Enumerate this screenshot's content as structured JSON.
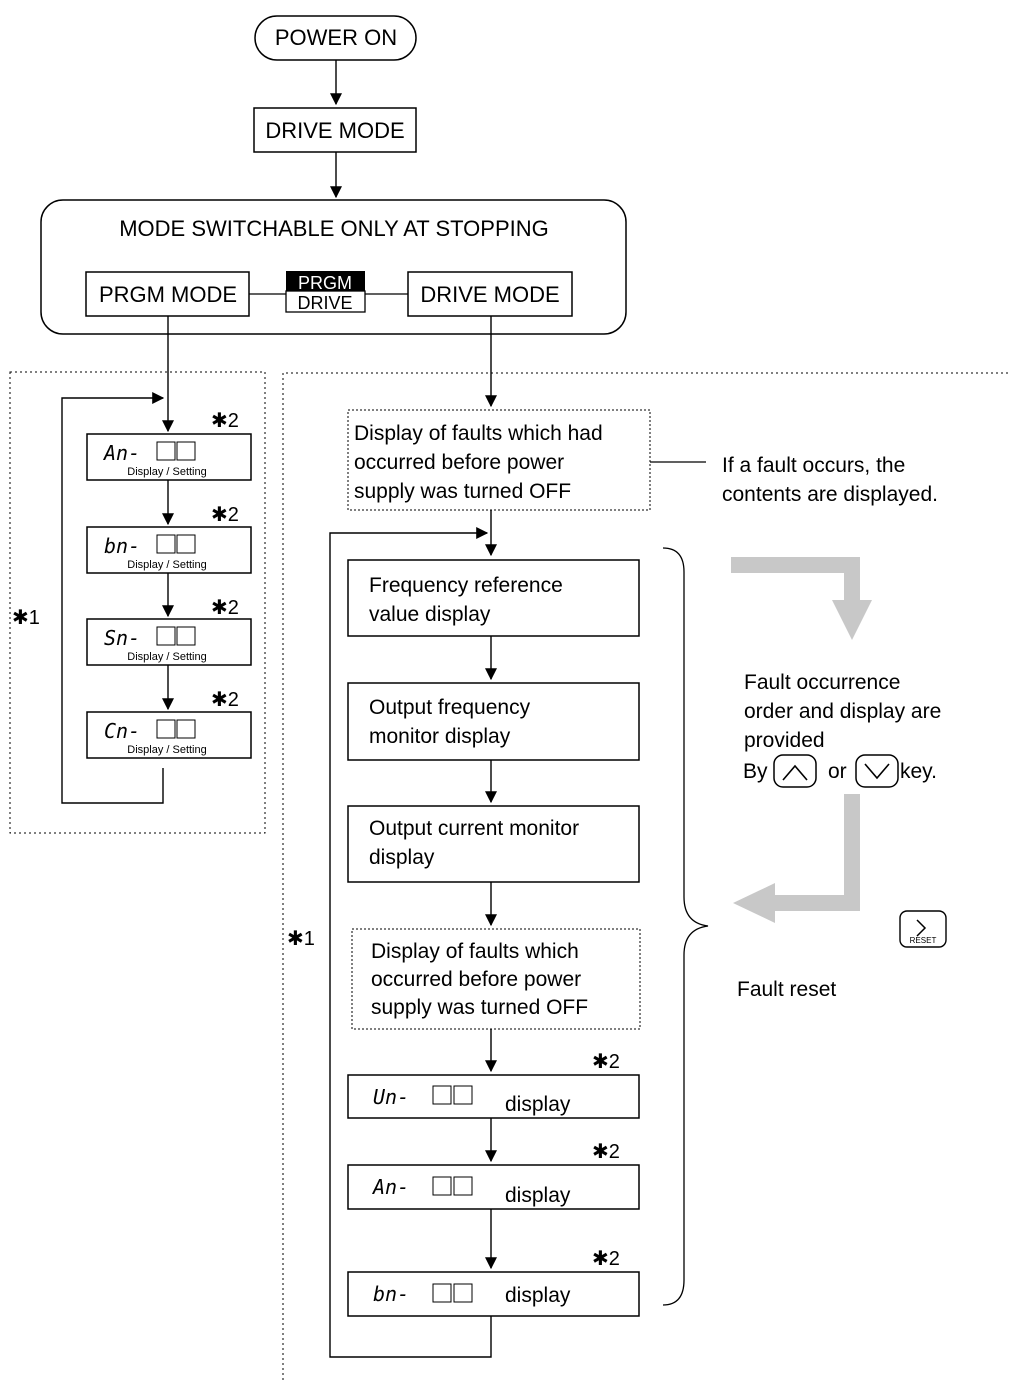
{
  "top": {
    "power_on": "POWER ON",
    "drive_mode": "DRIVE MODE",
    "mode_switch_title": "MODE SWITCHABLE ONLY AT STOPPING",
    "prgm_mode": "PRGM MODE",
    "key_top": "PRGM",
    "key_bottom": "DRIVE",
    "drive_mode_right": "DRIVE MODE"
  },
  "left_loop": {
    "marker": "✱1",
    "items": [
      {
        "code": "An-",
        "label": "Display / Setting",
        "note": "✱2"
      },
      {
        "code": "bn-",
        "label": "Display / Setting",
        "note": "✱2"
      },
      {
        "code": "Sn-",
        "label": "Display / Setting",
        "note": "✱2"
      },
      {
        "code": "Cn-",
        "label": "Display / Setting",
        "note": "✱2"
      }
    ]
  },
  "right_flow": {
    "marker": "✱1",
    "prior_faults": [
      "Display of faults which had",
      "occurred before power",
      "supply was turned OFF"
    ],
    "fault_note": [
      "If a fault occurs, the",
      "contents are displayed."
    ],
    "freq_ref": [
      "Frequency reference",
      "value display"
    ],
    "out_freq": [
      "Output frequency",
      "monitor display"
    ],
    "out_current": [
      "Output current monitor",
      "display"
    ],
    "faults_display": [
      "Display of faults which",
      "occurred before power",
      "supply was turned OFF"
    ],
    "monitor_items": [
      {
        "code": "Un-",
        "word": "display",
        "note": "✱2"
      },
      {
        "code": "An-",
        "word": "display",
        "note": "✱2"
      },
      {
        "code": "bn-",
        "word": "display",
        "note": "✱2"
      }
    ]
  },
  "side_notes": {
    "fault_order": [
      "Fault occurrence",
      "order and display are",
      "provided"
    ],
    "by": "By",
    "or": "or",
    "key": "key.",
    "reset_key": "RESET",
    "fault_reset": "Fault reset"
  }
}
